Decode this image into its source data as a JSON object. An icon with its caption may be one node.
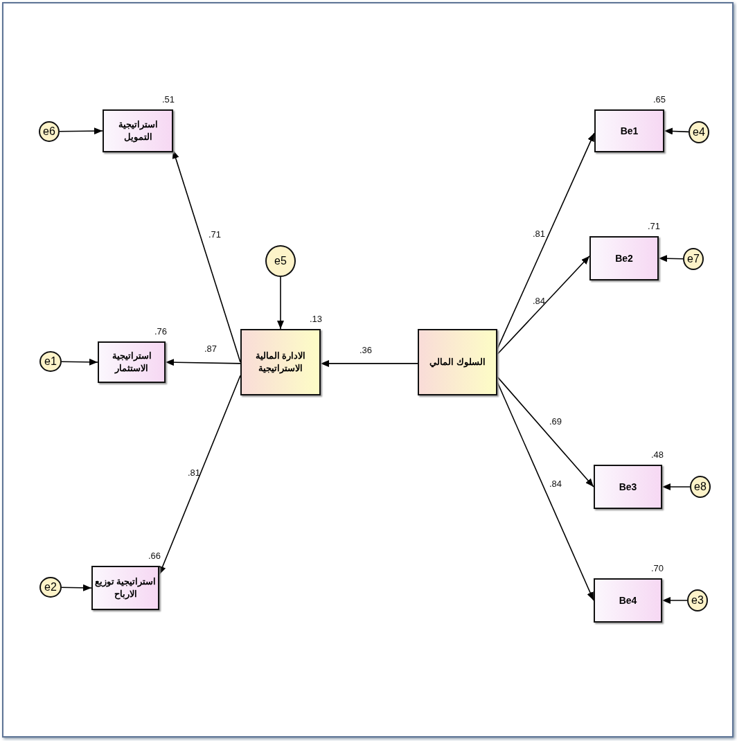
{
  "diagram": {
    "nodes": [
      {
        "text": [
          "استراتيجية التمويل"
        ],
        "beside": [
          ".51"
        ]
      },
      {
        "text": [
          "e6"
        ]
      },
      {
        "text": [
          "e5"
        ]
      },
      {
        "text": [
          "الادارة المالية الاستراتيجية"
        ],
        "beside": [
          ".13"
        ]
      },
      {
        "text": [
          "استراتيجية الاستثمار"
        ],
        "beside": [
          ".76"
        ]
      },
      {
        "text": [
          "e1"
        ]
      },
      {
        "text": [
          "السلوك المالي"
        ]
      },
      {
        "text": [
          "Be1"
        ],
        "beside": [
          ".65"
        ]
      },
      {
        "text": [
          "e4"
        ]
      },
      {
        "text": [
          "Be2"
        ],
        "beside": [
          ".71"
        ]
      },
      {
        "text": [
          "e7"
        ]
      },
      {
        "text": [
          "استراتيجية توزيع الارباح"
        ],
        "beside": [
          ".66"
        ]
      },
      {
        "text": [
          "e2"
        ]
      },
      {
        "text": [
          "Be3"
        ],
        "beside": [
          ".48"
        ]
      },
      {
        "text": [
          "e8"
        ]
      },
      {
        "text": [
          "Be4"
        ],
        "beside": [
          ".70"
        ]
      },
      {
        "text": [
          "e3"
        ]
      }
    ],
    "edges": [
      {
        "from": 1,
        "to": 0,
        "arrow": "to"
      },
      {
        "from": 3,
        "to": 0,
        "arrow": "to",
        "label": ".71"
      },
      {
        "from": 2,
        "to": 3,
        "arrow": "to"
      },
      {
        "from": 3,
        "to": 4,
        "arrow": "to",
        "label": ".87"
      },
      {
        "from": 5,
        "to": 4,
        "arrow": "to"
      },
      {
        "from": 6,
        "to": 3,
        "arrow": "to",
        "label": ".36"
      },
      {
        "from": 6,
        "to": 7,
        "arrow": "to",
        "label": ".81"
      },
      {
        "from": 8,
        "to": 7,
        "arrow": "to"
      },
      {
        "from": 6,
        "to": 9,
        "arrow": "to",
        "label": ".84"
      },
      {
        "from": 10,
        "to": 9,
        "arrow": "to"
      },
      {
        "from": 3,
        "to": 11,
        "arrow": "to",
        "label": ".81"
      },
      {
        "from": 12,
        "to": 11,
        "arrow": "to"
      },
      {
        "from": 6,
        "to": 13,
        "arrow": "to",
        "label": ".69"
      },
      {
        "from": 14,
        "to": 13,
        "arrow": "to"
      },
      {
        "from": 6,
        "to": 15,
        "arrow": "to",
        "label": ".84"
      },
      {
        "from": 16,
        "to": 15,
        "arrow": "to"
      }
    ]
  }
}
